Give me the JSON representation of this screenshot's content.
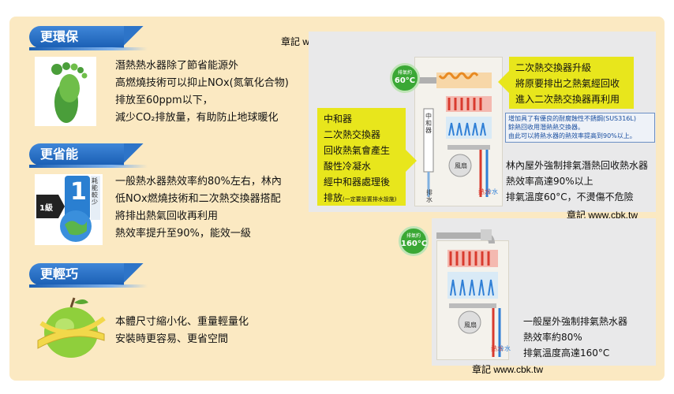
{
  "sections": [
    {
      "tab": "更環保",
      "lines": [
        "潛熱熱水器除了節省能源外",
        "高燃燒技術可以抑止NOx(氮氧化合物)",
        "排放至60ppm以下，",
        "減少CO₂排放量，有助防止地球暖化"
      ]
    },
    {
      "tab": "更省能",
      "lines": [
        "一般熱水器熱效率約80%左右，林內",
        "低NOx燃燒技術和二次熱交換器搭配",
        "將排出熱氣回收再利用",
        "熱效率提升至90%，能效一級"
      ]
    },
    {
      "tab": "更輕巧",
      "lines": [
        "本體尺寸縮小化、重量輕量化",
        "安裝時更容易、更省空間"
      ]
    }
  ],
  "energy_badge": {
    "grade_small": "1級",
    "grade_big": "1",
    "vertical": "耗能較少"
  },
  "watermark": "章記 www.cbk.tw",
  "diagram_top": {
    "badge_small": "排氣約",
    "badge_temp": "60°C",
    "left_box": [
      "中和器",
      "二次熱交換器",
      "回收熱氣會產生",
      "酸性冷凝水",
      "經中和器處理後",
      "排放"
    ],
    "left_box_note": "(一定要設置排水設施)",
    "right_box": [
      "二次熱交換器升級",
      "將原要排出之熱氣經回收",
      "進入二次熱交換器再利用"
    ],
    "note_lines": [
      "增加具了有優良的耐腐蝕性不銹鋼(SUS316L)",
      "餘熱回收用潛熱熱交換器。",
      "由此可以將熱水器的熱效率提高到90%以上。"
    ],
    "desc": [
      "林內屋外強制排氣潛熱回收熱水器",
      "熱效率高達90%以上",
      "排氣溫度60°C，不燙傷不危險"
    ],
    "neutralizer_label": "中和器",
    "fan_label": "風扇",
    "drain_label": "排水",
    "hot_label": "熱水",
    "cold_label": "冷水"
  },
  "diagram_bottom": {
    "badge_small": "排氣約",
    "badge_temp": "160°C",
    "desc": [
      "一般屋外強制排氣熱水器",
      "熱效率約80%",
      "排氣溫度高達160°C"
    ],
    "fan_label": "風扇",
    "hot_label": "熱水",
    "cold_label": "冷水"
  },
  "colors": {
    "tab_blue": "#1a5fb4",
    "panel": "#fbe9c2",
    "yellow": "#e8e61c",
    "badge_green": "#3aa835"
  }
}
